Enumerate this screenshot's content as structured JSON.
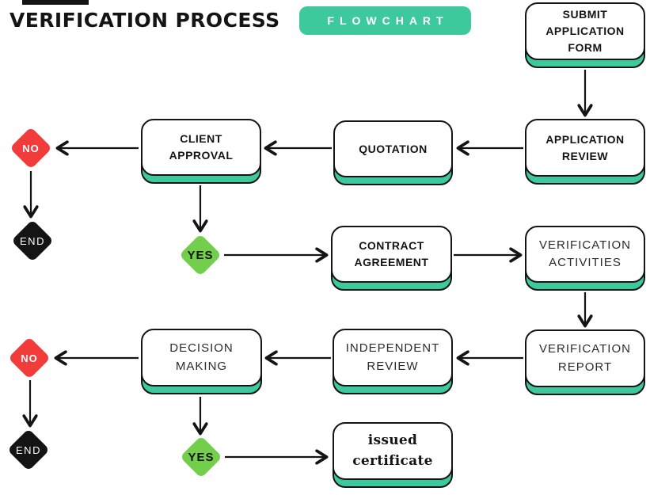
{
  "header": {
    "title": "VERIFICATION PROCESS",
    "badge": "FLOWCHART"
  },
  "colors": {
    "teal_accent": "#3dc89e",
    "red_no": "#f23c3c",
    "green_yes": "#72ce4b",
    "ink_black": "#141414",
    "background": "#ffffff"
  },
  "nodes": {
    "submit_application_form": "SUBMIT\nAPPLICATION FORM",
    "application_review": "APPLICATION\nREVIEW",
    "quotation": "QUOTATION",
    "client_approval": "CLIENT APPROVAL",
    "no_1": "NO",
    "end_1": "END",
    "yes_1": "YES",
    "contract_agreement": "CONTRACT\nAGREEMENT",
    "verification_activities": "VERIFICATION\nACTIVITIES",
    "verification_report": "VERIFICATION\nREPORT",
    "independent_review": "INDEPENDENT\nREVIEW",
    "decision_making": "DECISION\nMAKING",
    "no_2": "NO",
    "end_2": "END",
    "yes_2": "YES",
    "issued_certificate": "issued\ncertificate"
  }
}
